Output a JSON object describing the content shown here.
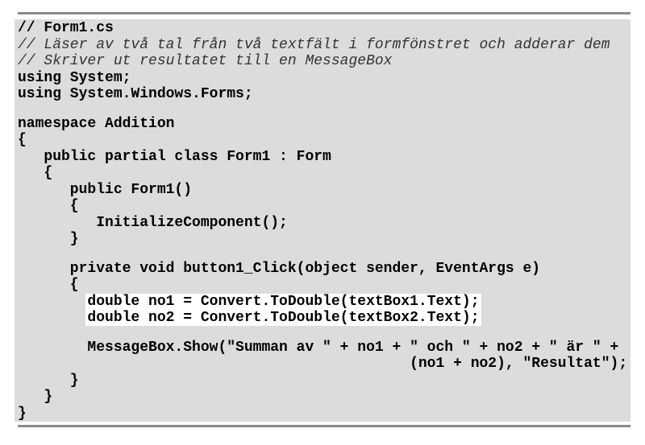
{
  "document": {
    "lines": [
      {
        "text": "// Form1.cs",
        "type": "bold"
      },
      {
        "text": "// Läser av två tal från två textfält i formfönstret och adderar dem",
        "type": "comment"
      },
      {
        "text": "// Skriver ut resultatet till en MessageBox",
        "type": "comment"
      },
      {
        "text": "using System;",
        "type": "code"
      },
      {
        "text": "using System.Windows.Forms;",
        "type": "code"
      },
      {
        "text": "",
        "type": "blank"
      },
      {
        "text": "namespace Addition",
        "type": "code"
      },
      {
        "text": "{",
        "type": "code"
      },
      {
        "text": "   public partial class Form1 : Form",
        "type": "code"
      },
      {
        "text": "   {",
        "type": "code"
      },
      {
        "text": "      public Form1()",
        "type": "code"
      },
      {
        "text": "      {",
        "type": "code"
      },
      {
        "text": "         InitializeComponent();",
        "type": "code"
      },
      {
        "text": "      }",
        "type": "code"
      },
      {
        "text": "",
        "type": "blank"
      },
      {
        "text": "      private void button1_Click(object sender, EventArgs e)",
        "type": "code"
      },
      {
        "text": "      {",
        "type": "code"
      },
      {
        "text": "double no1 = Convert.ToDouble(textBox1.Text);",
        "type": "highlight",
        "indent": "        "
      },
      {
        "text": "double no2 = Convert.ToDouble(textBox2.Text);",
        "type": "highlight",
        "indent": "        "
      },
      {
        "text": "",
        "type": "blank"
      },
      {
        "text": "        MessageBox.Show(\"Summan av \" + no1 + \" och \" + no2 + \" är \" +",
        "type": "code"
      },
      {
        "text": "                                             (no1 + no2), \"Resultat\");",
        "type": "code"
      },
      {
        "text": "      }",
        "type": "code"
      },
      {
        "text": "   }",
        "type": "code"
      },
      {
        "text": "}",
        "type": "code"
      }
    ]
  }
}
